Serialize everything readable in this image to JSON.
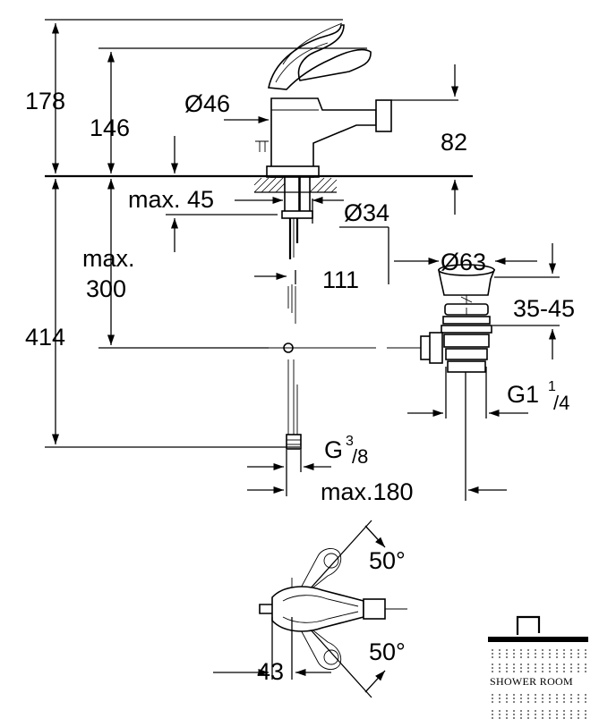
{
  "dimensions": {
    "d178": "178",
    "d146": "146",
    "d414": "414",
    "diam46": "Ø46",
    "d82": "82",
    "max45": "max. 45",
    "diam34": "Ø34",
    "max300_line1": "max.",
    "max300_line2": "300",
    "d111": "111",
    "diam63": "Ø63",
    "d35_45": "35-45",
    "g1_main": "G1",
    "g1_num": "1",
    "g1_den": "/4",
    "g38_main": "G",
    "g38_num": "3",
    "g38_den": "/8",
    "max180": "max.180",
    "angle_top": "50°",
    "angle_bottom": "50°",
    "d43": "43"
  },
  "logo": {
    "text": "SHOWER ROOM",
    "icon": "shower-head-icon"
  }
}
